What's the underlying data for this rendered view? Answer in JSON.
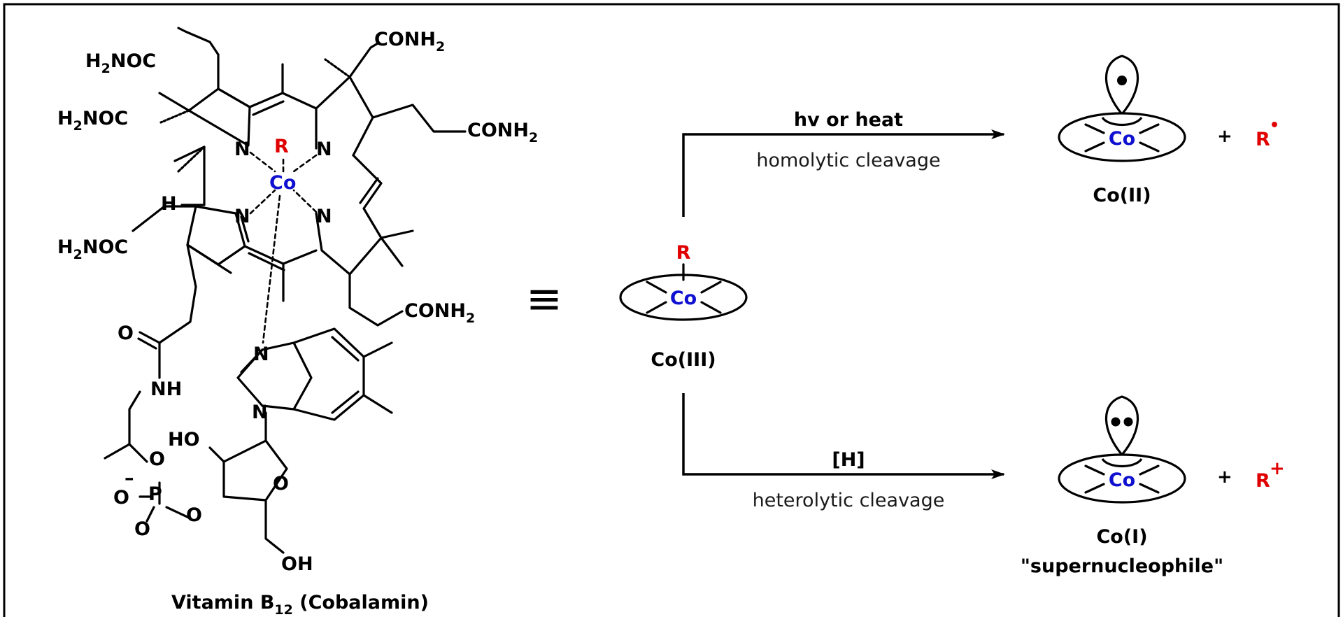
{
  "colors": {
    "cobalt": "#1010d0",
    "r_group": "#e00000",
    "ink": "#000000"
  },
  "molecule": {
    "caption_main": "Vitamin B",
    "caption_sub": "12",
    "caption_rest": " (Cobalamin)",
    "amide_1": "H",
    "amide_1_sub": "2",
    "amide_1_rest": "NOC",
    "amide_2": "H",
    "amide_2_sub": "2",
    "amide_2_rest": "NOC",
    "amide_3": "H",
    "amide_3_sub": "2",
    "amide_3_rest": "NOC",
    "conh2_1": "CONH",
    "conh2_1_sub": "2",
    "conh2_2": "CONH",
    "conh2_2_sub": "2",
    "conh2_3": "CONH",
    "conh2_3_sub": "2",
    "n_label": "N",
    "co_label": "Co",
    "r_label": "R",
    "h_label": "H",
    "o_label": "O",
    "nh_label": "NH",
    "p_label": "P",
    "ho_label": "HO",
    "oh_label": "OH",
    "minus": "–"
  },
  "equiv_symbol": "≡",
  "co3": {
    "metal": "Co",
    "ligand": "R",
    "label": "Co(III)"
  },
  "top_arrow": {
    "condition": "hv or heat",
    "description": "homolytic cleavage"
  },
  "bottom_arrow": {
    "condition": "[H]",
    "description": "heterolytic cleavage"
  },
  "co2": {
    "metal": "Co",
    "label": "Co(II)",
    "plus": "+",
    "product": "R",
    "product_mark": "•"
  },
  "co1": {
    "metal": "Co",
    "label": "Co(I)",
    "label2": "\"supernucleophile\"",
    "plus": "+",
    "product": "R",
    "product_mark": "+"
  }
}
